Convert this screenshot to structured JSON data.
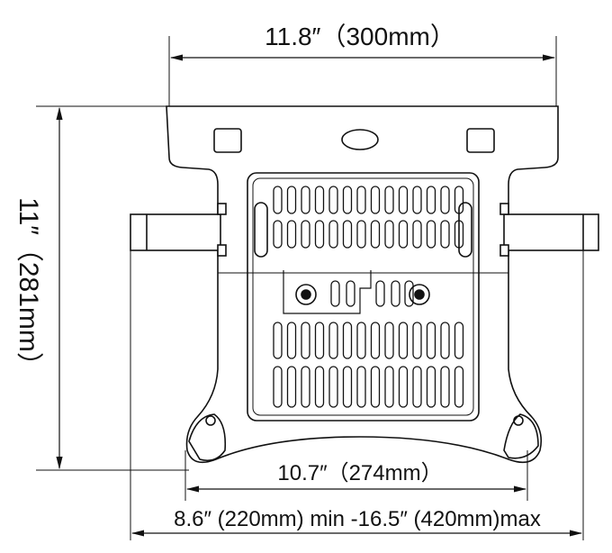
{
  "dimensions": {
    "width_top": "11.8″（300mm）",
    "height_left": "11″（281mm）",
    "width_base": "10.7″（274mm）",
    "arm_range": "8.6″ (220mm) min -16.5″  (420mm)max"
  },
  "colors": {
    "line": "#111111",
    "background": "#ffffff"
  }
}
